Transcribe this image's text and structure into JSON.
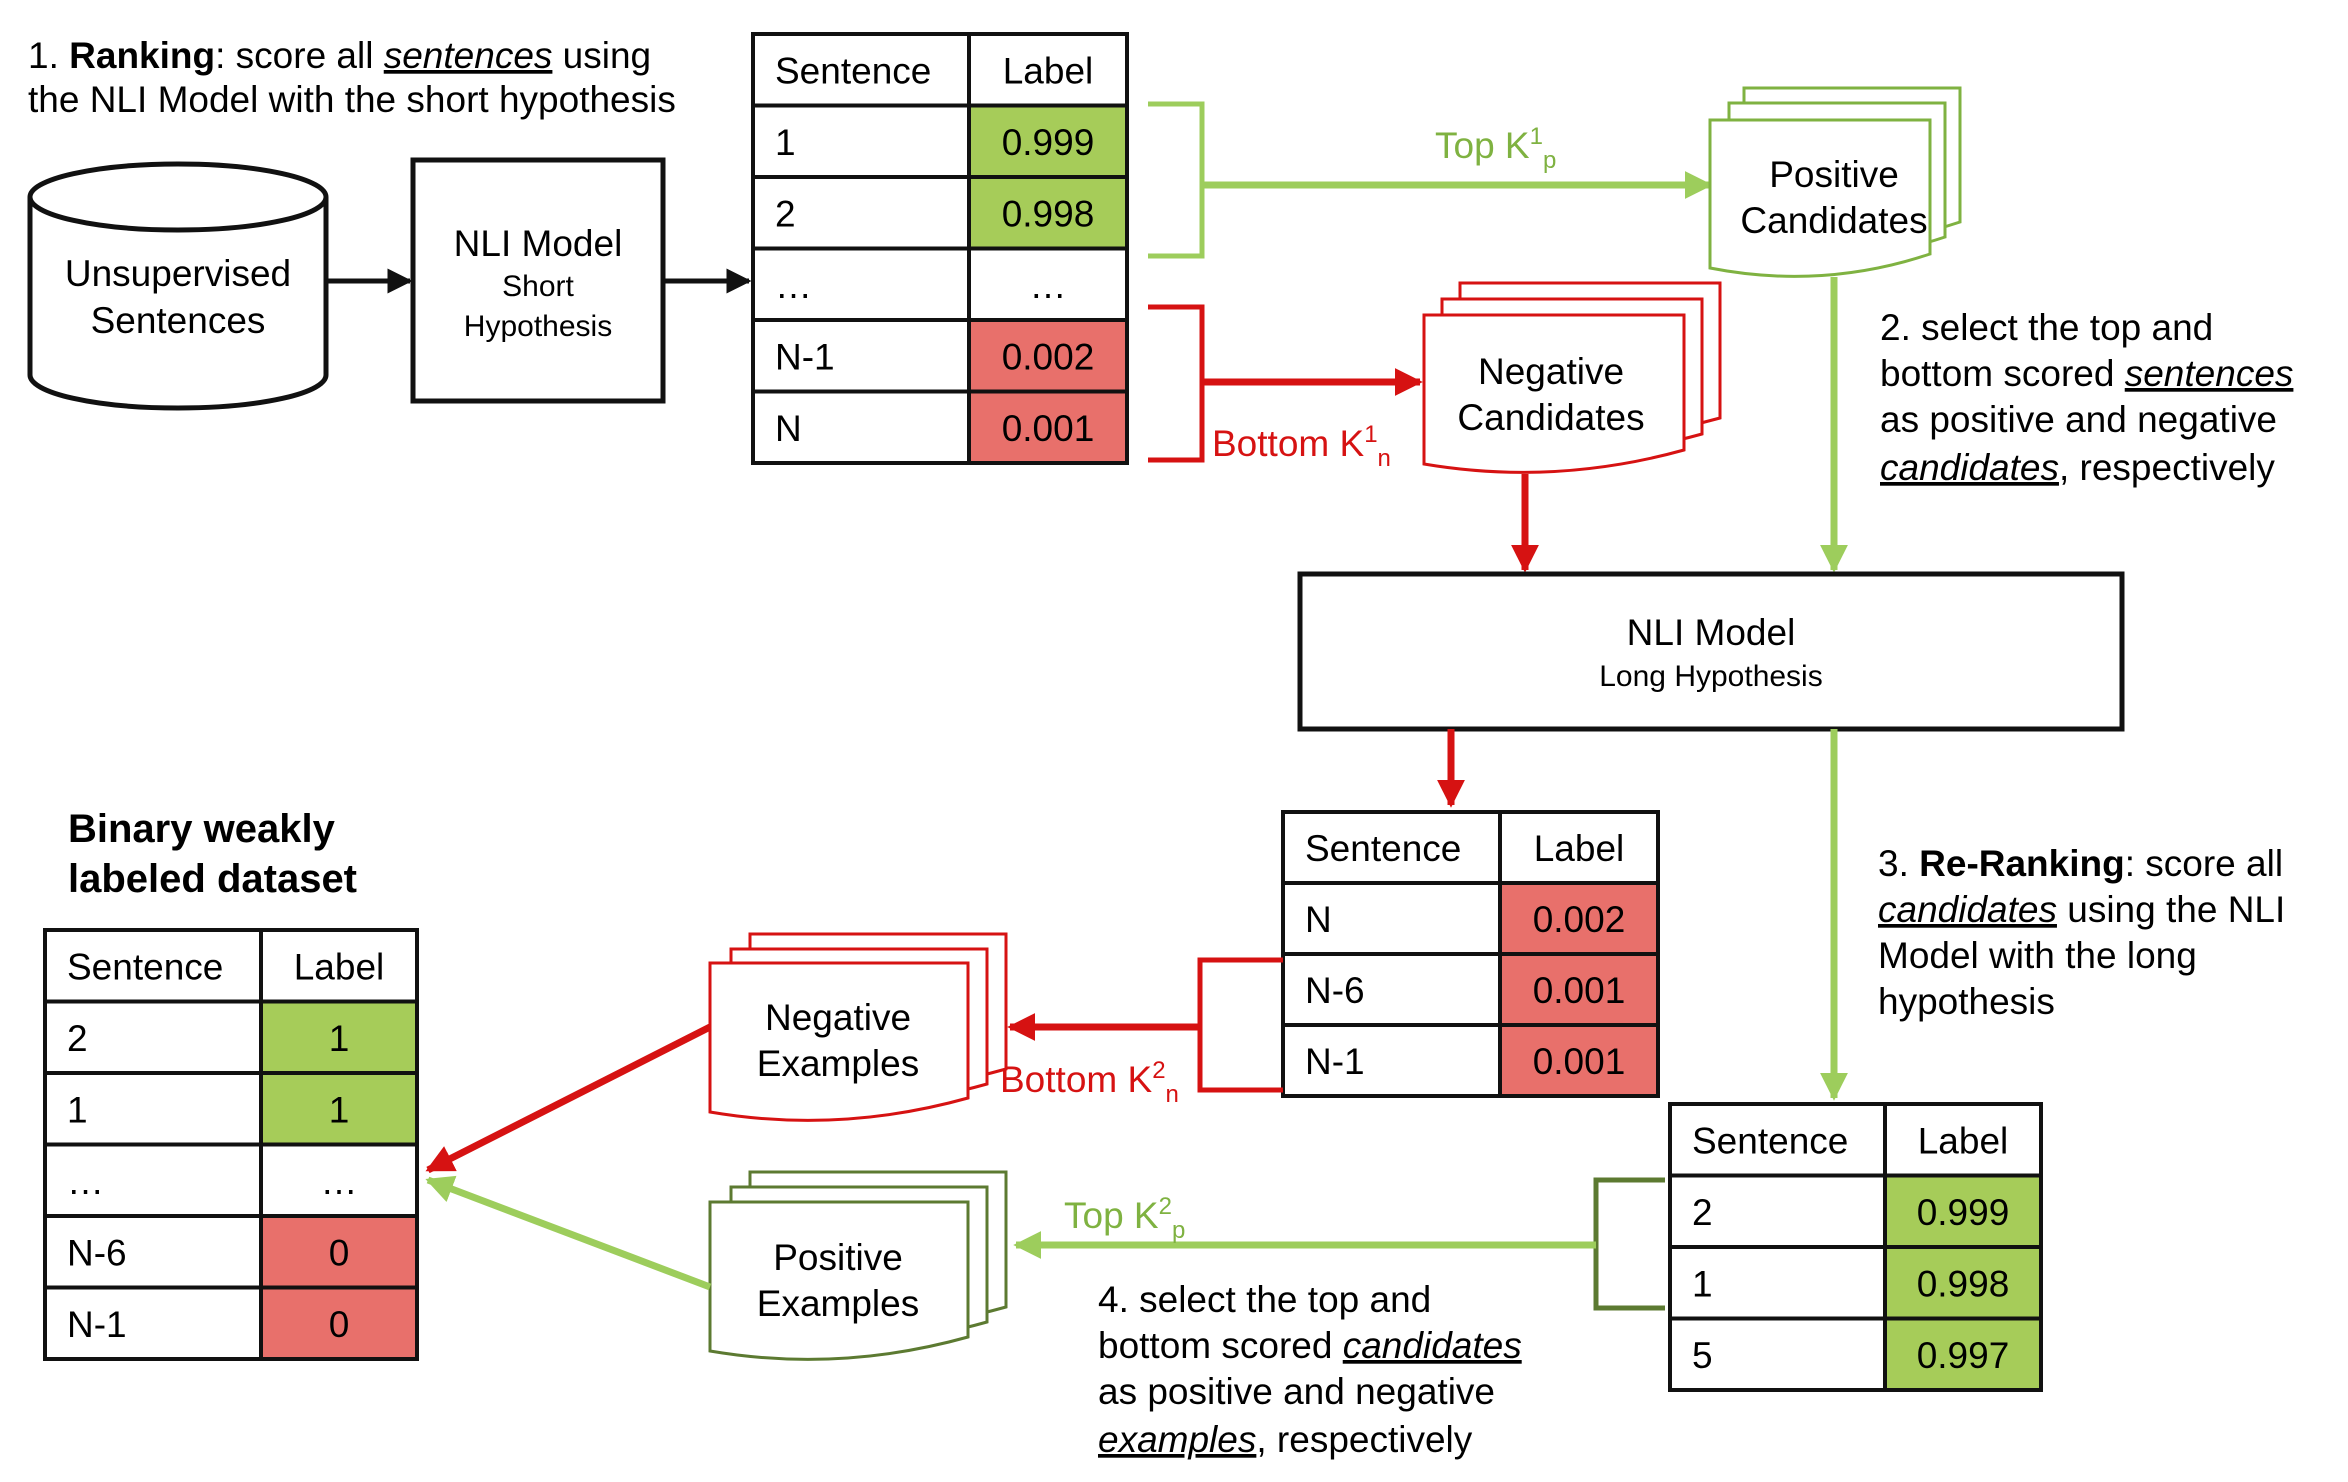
{
  "colors": {
    "green_fill": "#a6cc59",
    "red_fill": "#e8706b",
    "green_line": "#9dcd5c",
    "dark_green_line": "#5c7a31",
    "red_line": "#d61212",
    "black": "#111111"
  },
  "step1": {
    "prefix": "1. ",
    "bold": "Ranking",
    "mid": ": score all ",
    "underlined": "sentences",
    "suffix": " using",
    "line2": "the NLI Model with the short hypothesis"
  },
  "database": {
    "line1": "Unsupervised",
    "line2": "Sentences"
  },
  "nli_short": {
    "title": "NLI Model",
    "sub1": "Short",
    "sub2": "Hypothesis"
  },
  "nli_long": {
    "title": "NLI Model",
    "sub": "Long Hypothesis"
  },
  "table_ranking": {
    "headers": [
      "Sentence",
      "Label"
    ],
    "rows": [
      {
        "sentence": "1",
        "label": "0.999",
        "kind": "pos"
      },
      {
        "sentence": "2",
        "label": "0.998",
        "kind": "pos"
      },
      {
        "sentence": "…",
        "label": "…",
        "kind": "none"
      },
      {
        "sentence": "N-1",
        "label": "0.002",
        "kind": "neg"
      },
      {
        "sentence": "N",
        "label": "0.001",
        "kind": "neg"
      }
    ]
  },
  "top_k1": {
    "text": "Top K",
    "sup": "1",
    "sub": "p"
  },
  "bottom_k1": {
    "text": "Bottom K",
    "sup": "1",
    "sub": "n"
  },
  "positive_candidates": {
    "line1": "Positive",
    "line2": "Candidates"
  },
  "negative_candidates": {
    "line1": "Negative",
    "line2": "Candidates"
  },
  "step2": {
    "line1": "2. select the top and",
    "line2_pre": "bottom scored ",
    "line2_u": "sentences",
    "line3": "as positive and negative",
    "line4_u": "candidates",
    "line4_post": ", respectively"
  },
  "table_neg_rerank": {
    "headers": [
      "Sentence",
      "Label"
    ],
    "rows": [
      {
        "sentence": "N",
        "label": "0.002",
        "kind": "neg"
      },
      {
        "sentence": "N-6",
        "label": "0.001",
        "kind": "neg"
      },
      {
        "sentence": "N-1",
        "label": "0.001",
        "kind": "neg"
      }
    ]
  },
  "step3": {
    "prefix": "3. ",
    "bold": "Re-Ranking",
    "line1_post": ": score all",
    "line2_u": "candidates",
    "line2_post": " using the NLI",
    "line3": "Model with the long",
    "line4": "hypothesis"
  },
  "table_pos_rerank": {
    "headers": [
      "Sentence",
      "Label"
    ],
    "rows": [
      {
        "sentence": "2",
        "label": "0.999",
        "kind": "pos"
      },
      {
        "sentence": "1",
        "label": "0.998",
        "kind": "pos"
      },
      {
        "sentence": "5",
        "label": "0.997",
        "kind": "pos"
      }
    ]
  },
  "bottom_k2": {
    "text": "Bottom K",
    "sup": "2",
    "sub": "n"
  },
  "top_k2": {
    "text": "Top K",
    "sup": "2",
    "sub": "p"
  },
  "negative_examples": {
    "line1": "Negative",
    "line2": "Examples"
  },
  "positive_examples": {
    "line1": "Positive",
    "line2": "Examples"
  },
  "step4": {
    "line1": "4. select the top and",
    "line2_pre": "bottom scored ",
    "line2_u": "candidates",
    "line3": "as positive and negative",
    "line4_u": "examples",
    "line4_post": ", respectively"
  },
  "final": {
    "title1": "Binary weakly",
    "title2": "labeled dataset",
    "headers": [
      "Sentence",
      "Label"
    ],
    "rows": [
      {
        "sentence": "2",
        "label": "1",
        "kind": "pos"
      },
      {
        "sentence": "1",
        "label": "1",
        "kind": "pos"
      },
      {
        "sentence": "…",
        "label": "…",
        "kind": "none"
      },
      {
        "sentence": "N-6",
        "label": "0",
        "kind": "neg"
      },
      {
        "sentence": "N-1",
        "label": "0",
        "kind": "neg"
      }
    ]
  }
}
